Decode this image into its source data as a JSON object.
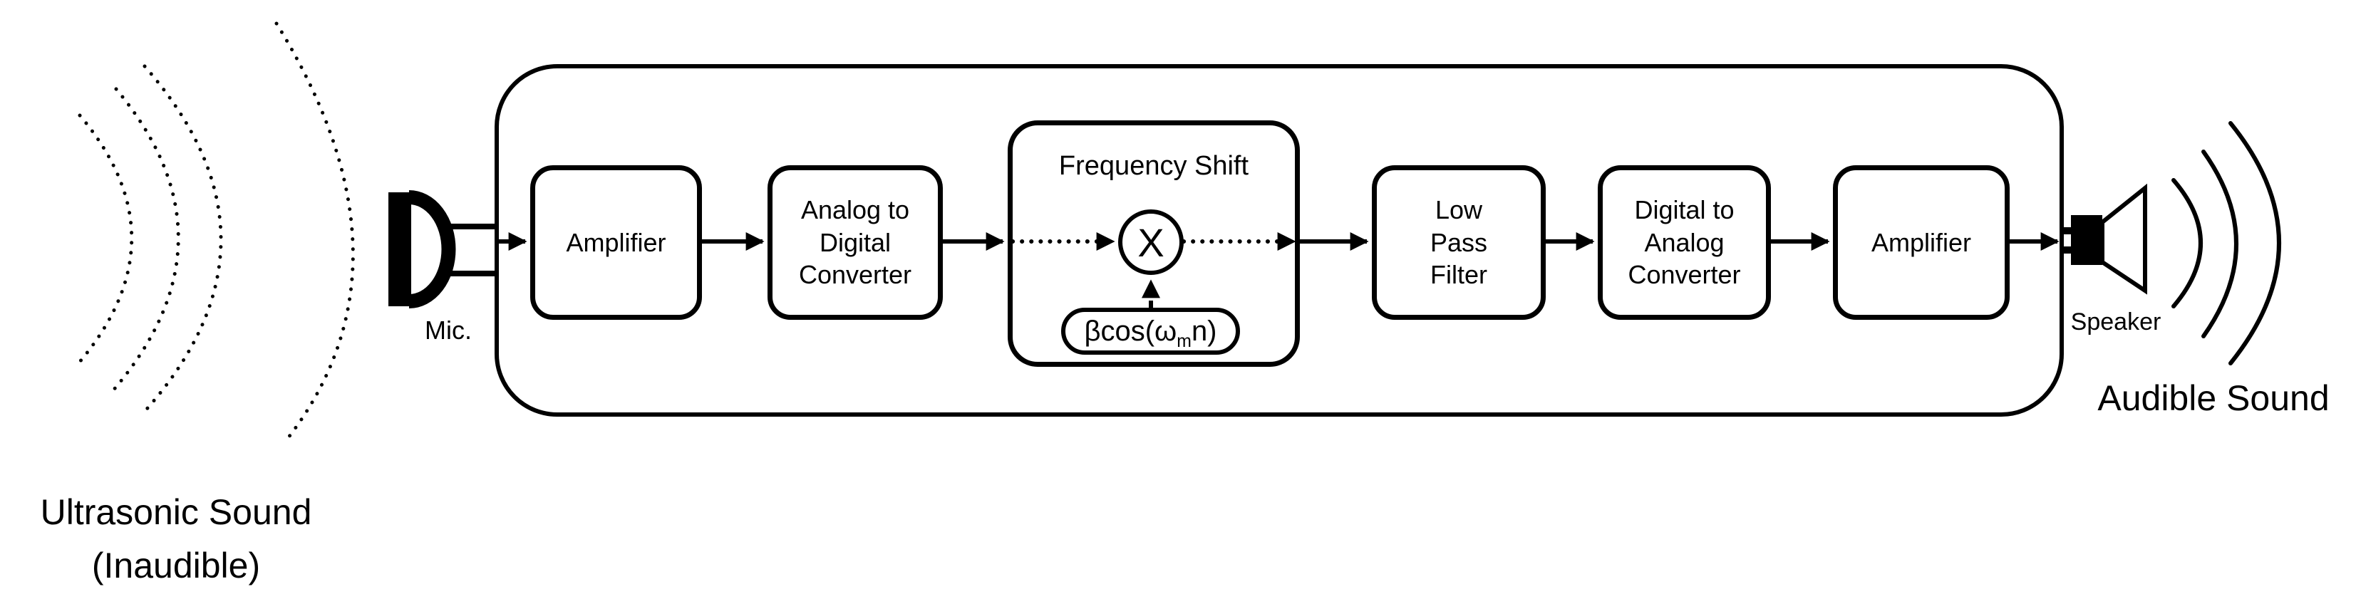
{
  "palette": {
    "ink": "#000000",
    "background": "#ffffff"
  },
  "icons": {
    "microphone": "mic-icon",
    "speaker": "speaker-icon",
    "ultrasonic_waves": "dotted-sound-arcs",
    "audible_waves": "solid-sound-arcs"
  },
  "labels": {
    "ultrasonic_line1": "Ultrasonic Sound",
    "ultrasonic_line2": "(Inaudible)",
    "mic": "Mic.",
    "speaker": "Speaker",
    "audible": "Audible Sound"
  },
  "blocks": {
    "amplifier1": {
      "lines": [
        "Amplifier"
      ]
    },
    "adc": {
      "lines": [
        "Analog to",
        "Digital",
        "Converter"
      ]
    },
    "frequency_shift": {
      "title": "Frequency Shift",
      "multiplier": "X",
      "oscillator": {
        "prefix": "βcos(ω",
        "subscript": "m",
        "suffix": "n)"
      }
    },
    "lpf": {
      "lines": [
        "Low",
        "Pass",
        "Filter"
      ]
    },
    "dac": {
      "lines": [
        "Digital to",
        "Analog",
        "Converter"
      ]
    },
    "amplifier2": {
      "lines": [
        "Amplifier"
      ]
    }
  }
}
